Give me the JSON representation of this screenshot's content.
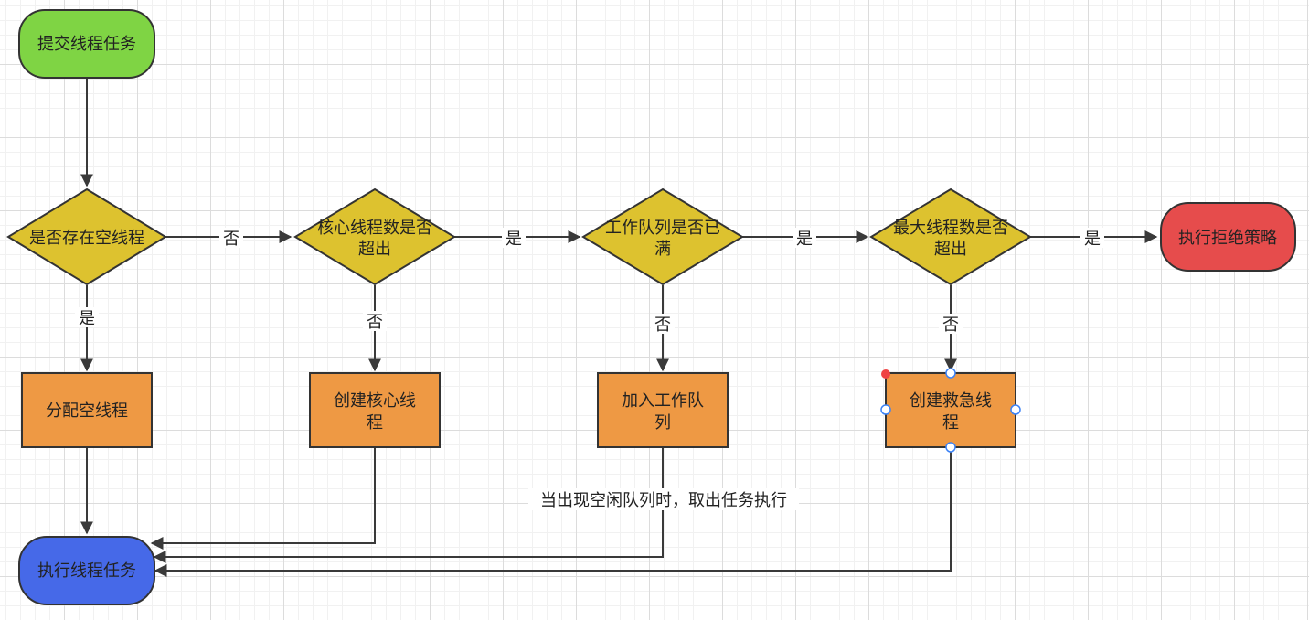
{
  "colors": {
    "start": "#7fd444",
    "decision": "#ddc22f",
    "process": "#ee9944",
    "terminal_exec": "#4669e8",
    "terminal_reject": "#e64c4c",
    "edge": "#3a3a3a"
  },
  "nodes": {
    "submit": "提交线程任务",
    "d_idle": "是否存在空线程",
    "d_core_1": "核心线程数是否",
    "d_core_2": "超出",
    "d_queue_1": "工作队列是否已",
    "d_queue_2": "满",
    "d_max_1": "最大线程数是否",
    "d_max_2": "超出",
    "reject": "执行拒绝策略",
    "assign": "分配空线程",
    "create_core_1": "创建核心线",
    "create_core_2": "程",
    "enqueue_1": "加入工作队",
    "enqueue_2": "列",
    "create_emergency_1": "创建救急线",
    "create_emergency_2": "程",
    "execute": "执行线程任务"
  },
  "edge_labels": {
    "idle_no": "否",
    "idle_yes": "是",
    "core_yes": "是",
    "core_no": "否",
    "queue_yes": "是",
    "queue_no": "否",
    "max_yes": "是",
    "max_no": "否"
  },
  "annotation": "当出现空闲队列时，取出任务执行"
}
